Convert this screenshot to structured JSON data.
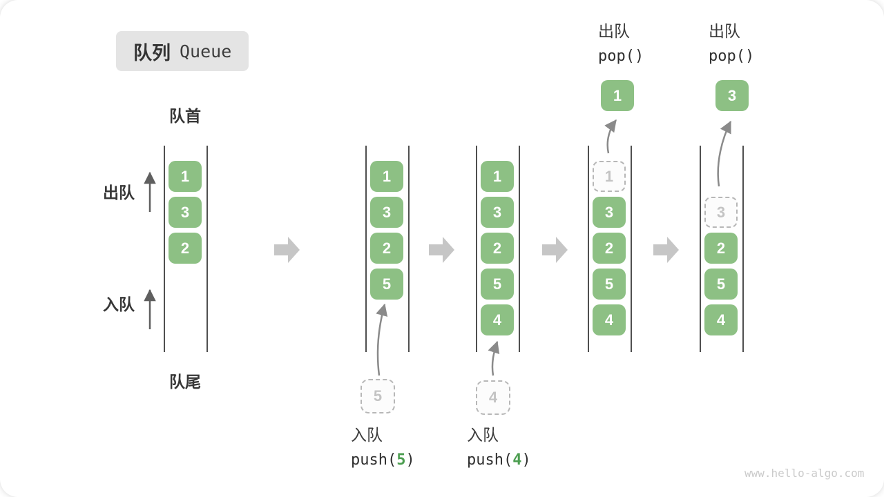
{
  "title": {
    "zh": "队列",
    "en": "Queue"
  },
  "labels": {
    "front": "队首",
    "rear": "队尾",
    "dequeue": "出队",
    "enqueue": "入队"
  },
  "colors": {
    "box_green": "#8dc084",
    "box_text": "#ffffff",
    "accent_green": "#4c9e50",
    "ghost_border": "#b7b7b7",
    "ghost_text": "#c3c3c3",
    "rail": "#4f4f4f",
    "step_arrow": "#c6c6c6",
    "motion_arrow": "#8a8a8a",
    "side_arrow": "#5f5f5f",
    "title_bg": "#e4e4e4",
    "text_dark": "#373737",
    "watermark_grey": "#cbcbcb"
  },
  "queues": [
    {
      "slots": [
        "1",
        "3",
        "2"
      ]
    },
    {
      "slots": [
        "1",
        "3",
        "2",
        "5"
      ],
      "incoming": "5",
      "op": {
        "label": "入队",
        "fn": "push(",
        "arg": "5",
        "end": ")"
      }
    },
    {
      "slots": [
        "1",
        "3",
        "2",
        "5",
        "4"
      ],
      "incoming": "4",
      "op": {
        "label": "入队",
        "fn": "push(",
        "arg": "4",
        "end": ")"
      }
    },
    {
      "slots": [
        "1",
        "3",
        "2",
        "5",
        "4"
      ],
      "ghost_index": 0,
      "popped": "1",
      "op": {
        "label": "出队",
        "fn": "pop()"
      }
    },
    {
      "slots": [
        "3",
        "2",
        "5",
        "4"
      ],
      "ghost_index": 0,
      "popped": "3",
      "op": {
        "label": "出队",
        "fn": "pop()"
      }
    }
  ],
  "watermark": "www.hello-algo.com"
}
